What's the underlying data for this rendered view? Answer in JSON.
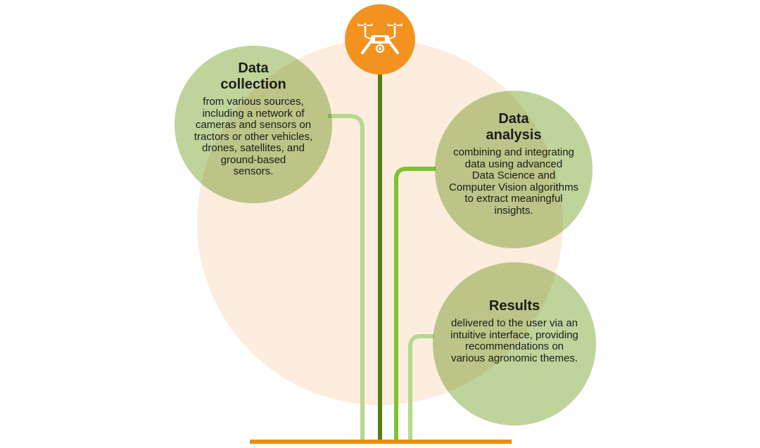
{
  "colors": {
    "peach": "#fcedde",
    "green_circle": "#bed49b",
    "orange": "#f3921f",
    "ground_orange": "#ef8c10",
    "stem_dark": "#557f12",
    "branch_bright": "#7dc32f",
    "branch_light": "#b7d98e",
    "text": "#1c1c1c"
  },
  "icon": {
    "name": "drone-icon"
  },
  "nodes": [
    {
      "id": "data-collection",
      "title": "Data\ncollection",
      "body": "from various sources,\nincluding a network of\ncameras and sensors on\ntractors or other vehicles,\ndrones, satellites, and\nground-based\nsensors."
    },
    {
      "id": "data-analysis",
      "title": "Data\nanalysis",
      "body": "combining and integrating\ndata using advanced\nData Science and\nComputer Vision algorithms\nto extract meaningful\ninsights."
    },
    {
      "id": "results",
      "title": "Results",
      "body": "delivered to the user via an\nintuitive interface, providing\nrecommendations on\nvarious agronomic themes."
    }
  ]
}
